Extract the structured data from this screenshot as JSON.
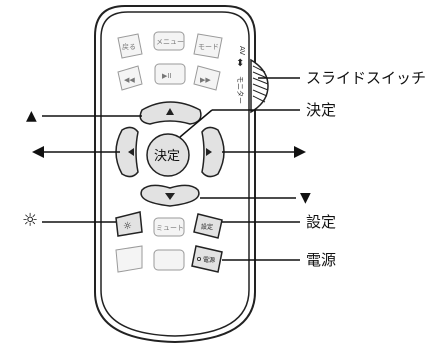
{
  "callouts": {
    "slide_switch": "スライドスイッチ",
    "enter": "決定",
    "settings": "設定",
    "power": "電源"
  },
  "arrow_symbols": {
    "up": "▲",
    "left": "◀",
    "right": "▶",
    "down": "▼",
    "light": "☼"
  },
  "remote": {
    "enter_button_label": "決定",
    "settings_button_label": "設定",
    "power_button_label": "電源",
    "mute_button_label": "ミュート",
    "back_button_label": "戻る",
    "menu_button_label": "メニュー",
    "mode_button_label": "モード",
    "play_pause_label": "▶II",
    "switch_label_monitor": "モニター",
    "switch_label_av": "AV",
    "rewind_label": "◀◀",
    "forward_label": "▶▶"
  }
}
